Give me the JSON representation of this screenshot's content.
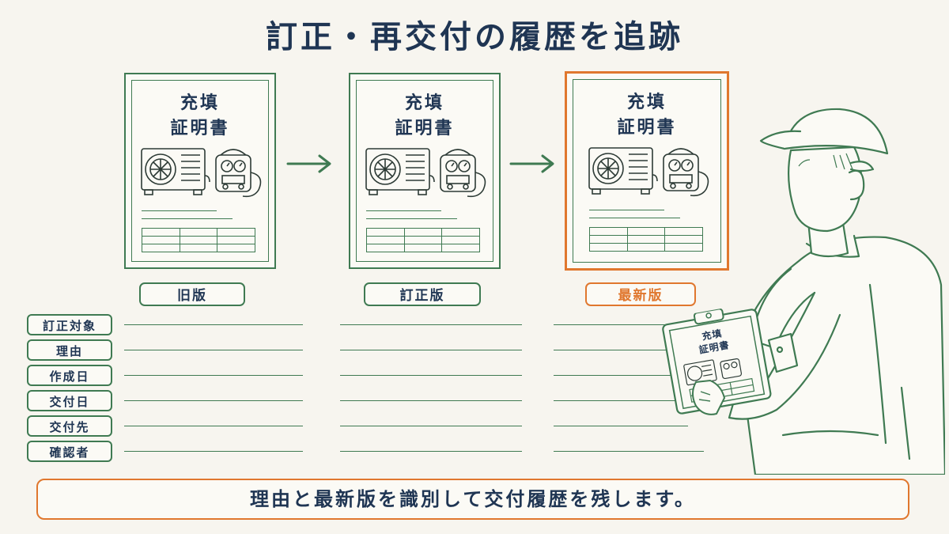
{
  "title": "訂正・再交付の履歴を追跡",
  "document": {
    "title_line1": "充填",
    "title_line2": "証明書"
  },
  "versions": [
    {
      "label": "旧版",
      "highlight": false
    },
    {
      "label": "訂正版",
      "highlight": false
    },
    {
      "label": "最新版",
      "highlight": true
    }
  ],
  "fields": [
    "訂正対象",
    "理由",
    "作成日",
    "交付日",
    "交付先",
    "確認者"
  ],
  "clipboard": {
    "title_line1": "充填",
    "title_line2": "証明書"
  },
  "footer": "理由と最新版を識別して交付履歴を残します。",
  "colors": {
    "green": "#3f7a52",
    "orange": "#e0772e",
    "navy": "#1f3553",
    "background": "#f7f5ef"
  },
  "icons": [
    "air-conditioner-outdoor-unit-icon",
    "refrigerant-recovery-machine-icon",
    "arrow-right-icon",
    "worker-illustration"
  ]
}
